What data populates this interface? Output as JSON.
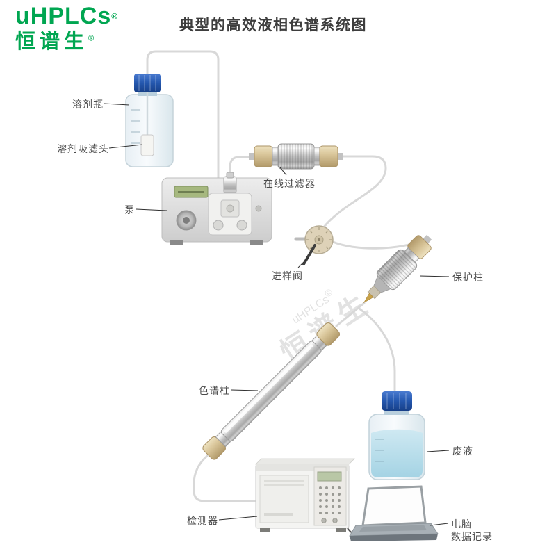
{
  "logo": {
    "brand": "uHPLCs",
    "brand_cn": "恒谱生",
    "reg": "®"
  },
  "title": "典型的高效液相色谱系统图",
  "watermark": {
    "en": "uHPLCs",
    "reg": "®",
    "cn": "恒谱生"
  },
  "labels": {
    "solvent_bottle": "溶剂瓶",
    "solvent_filter": "溶剂吸滤头",
    "pump": "泵",
    "inline_filter": "在线过滤器",
    "injection_valve": "进样阀",
    "guard_column": "保护柱",
    "column": "色谱柱",
    "waste": "废液",
    "detector": "检测器",
    "computer_line1": "电脑",
    "computer_line2": "数据记录"
  },
  "colors": {
    "brand_green": "#00A651",
    "bottle_cap_blue": "#2457AE",
    "fitting_tan": "#D9C69A",
    "tubing_gray": "#D8D8D8",
    "label_text": "#4A4A4A",
    "watermark_gray": "#DCDCDC"
  }
}
